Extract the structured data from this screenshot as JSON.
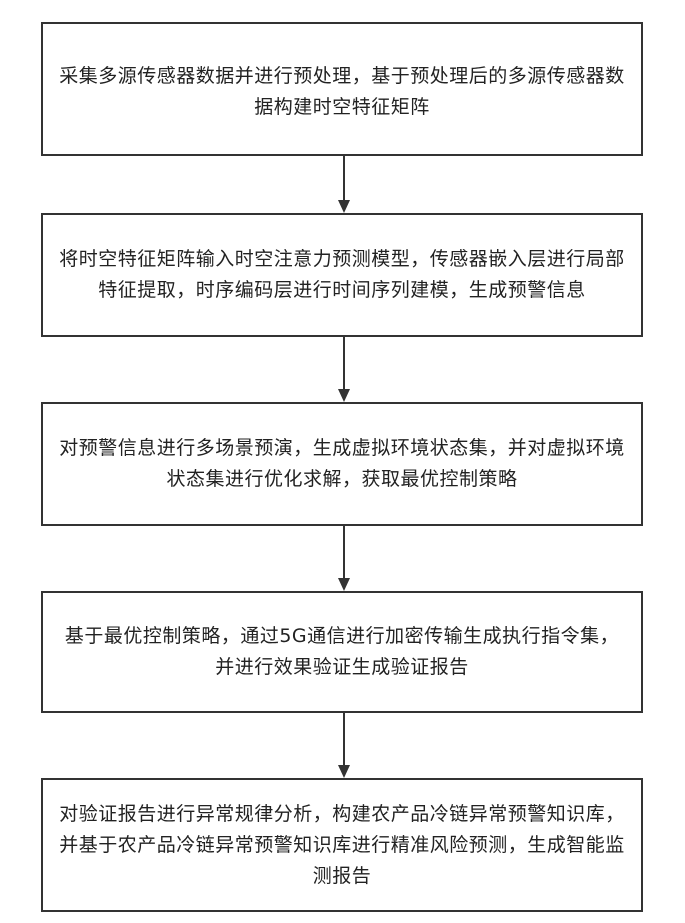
{
  "flowchart": {
    "steps": [
      {
        "text": "采集多源传感器数据并进行预处理，基于预处理后的多源传感器数据构建时空特征矩阵"
      },
      {
        "text": "将时空特征矩阵输入时空注意力预测模型，传感器嵌入层进行局部特征提取，时序编码层进行时间序列建模，生成预警信息"
      },
      {
        "text": "对预警信息进行多场景预演，生成虚拟环境状态集，并对虚拟环境状态集进行优化求解，获取最优控制策略"
      },
      {
        "text": "基于最优控制策略，通过5G通信进行加密传输生成执行指令集，并进行效果验证生成验证报告"
      },
      {
        "text": "对验证报告进行异常规律分析，构建农产品冷链异常预警知识库，并基于农产品冷链异常预警知识库进行精准风险预测，生成智能监测报告"
      }
    ],
    "colors": {
      "border": "#333333",
      "text": "#222222",
      "arrow": "#333333"
    }
  }
}
